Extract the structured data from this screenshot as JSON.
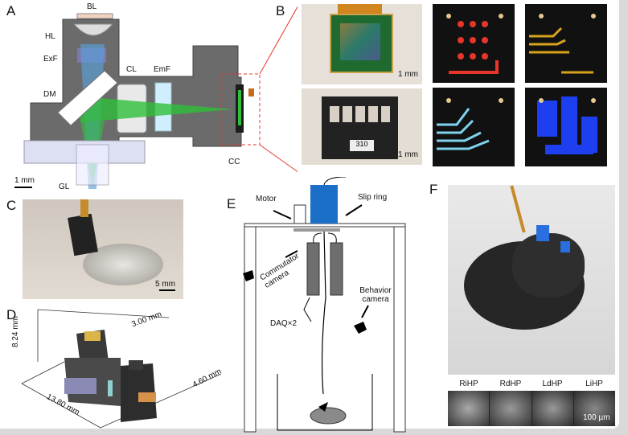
{
  "panels": {
    "A": {
      "label": "A",
      "parts": {
        "BL": "BL",
        "HL": "HL",
        "ExF": "ExF",
        "DM": "DM",
        "CL": "CL",
        "EmF": "EmF",
        "CC": "CC",
        "GL": "GL"
      },
      "scale_bar": "1 mm"
    },
    "B": {
      "label": "B",
      "scale_bar_top": "1 mm",
      "scale_bar_bottom": "1 mm",
      "chip_text": "310"
    },
    "C": {
      "label": "C",
      "scale_bar": "5 mm"
    },
    "D": {
      "label": "D",
      "dims": {
        "height": "8.24 mm",
        "width": "3.00 mm",
        "length": "13.80 mm",
        "depth": "4.60 mm"
      }
    },
    "E": {
      "label": "E",
      "motor": "Motor",
      "slip_ring": "Slip ring",
      "commutator_camera": "Commutator camera",
      "behavior_camera": "Behavior camera",
      "daq": "DAQ×2"
    },
    "F": {
      "label": "F",
      "regions": [
        "RiHP",
        "RdHP",
        "LdHP",
        "LiHP"
      ],
      "scale_bar": "100 µm"
    }
  },
  "colors": {
    "accent_red": "#e8352a",
    "slip_ring_blue": "#1c6fc9",
    "excitation_blue": "#5b9fd8",
    "emission_green": "#2fbf3a"
  }
}
